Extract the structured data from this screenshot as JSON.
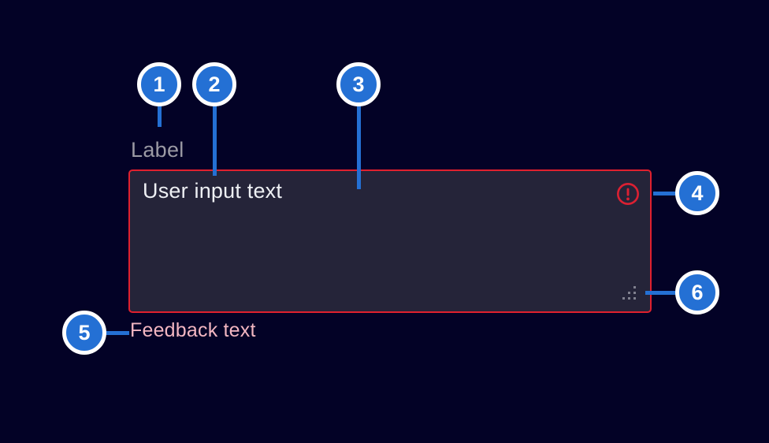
{
  "form": {
    "label": "Label",
    "input_value": "User input text",
    "feedback": "Feedback text"
  },
  "callouts": [
    "1",
    "2",
    "3",
    "4",
    "5",
    "6"
  ],
  "icons": {
    "error": "error-alert-icon",
    "resize": "resize-grip-icon"
  },
  "colors": {
    "background": "#030226",
    "field_background": "#252439",
    "error_red": "#e0202e",
    "label_text": "#9b9aa4",
    "input_text": "#eef0f4",
    "feedback_text": "#f2b6c1",
    "callout_blue": "#2470d4",
    "callout_ring": "#ffffff",
    "grip_gray": "#80808e"
  }
}
